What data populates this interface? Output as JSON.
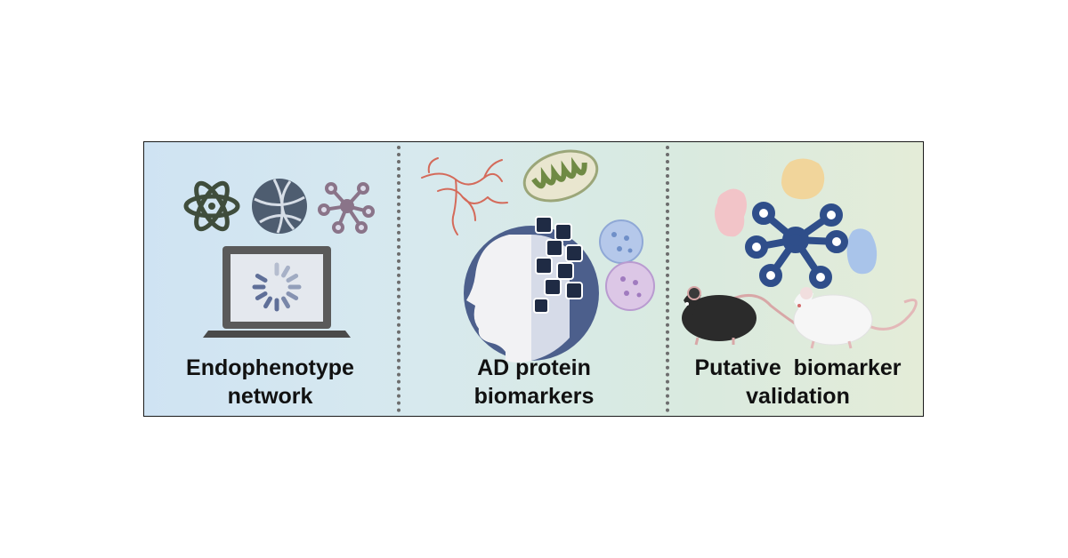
{
  "panels": [
    {
      "line1": "Endophenotype",
      "line2": "network",
      "icons": [
        "atom-icon",
        "globe-network-icon",
        "molecule-network-icon",
        "laptop-loading-icon"
      ]
    },
    {
      "line1": "AD protein",
      "line2": "biomarkers",
      "icons": [
        "blood-vessel-icon",
        "mitochondrion-icon",
        "head-puzzle-icon",
        "cell-icon"
      ]
    },
    {
      "line1": "Putative  biomarker",
      "line2": "validation",
      "icons": [
        "tissue-icon",
        "network-node-icon",
        "mouse-icon"
      ]
    }
  ],
  "colors": {
    "network_blue": "#2f4e8a",
    "laptop_gray": "#5a5a5a",
    "mitochondria_green": "#8aa86a",
    "puzzle_navy": "#1f2b44"
  }
}
